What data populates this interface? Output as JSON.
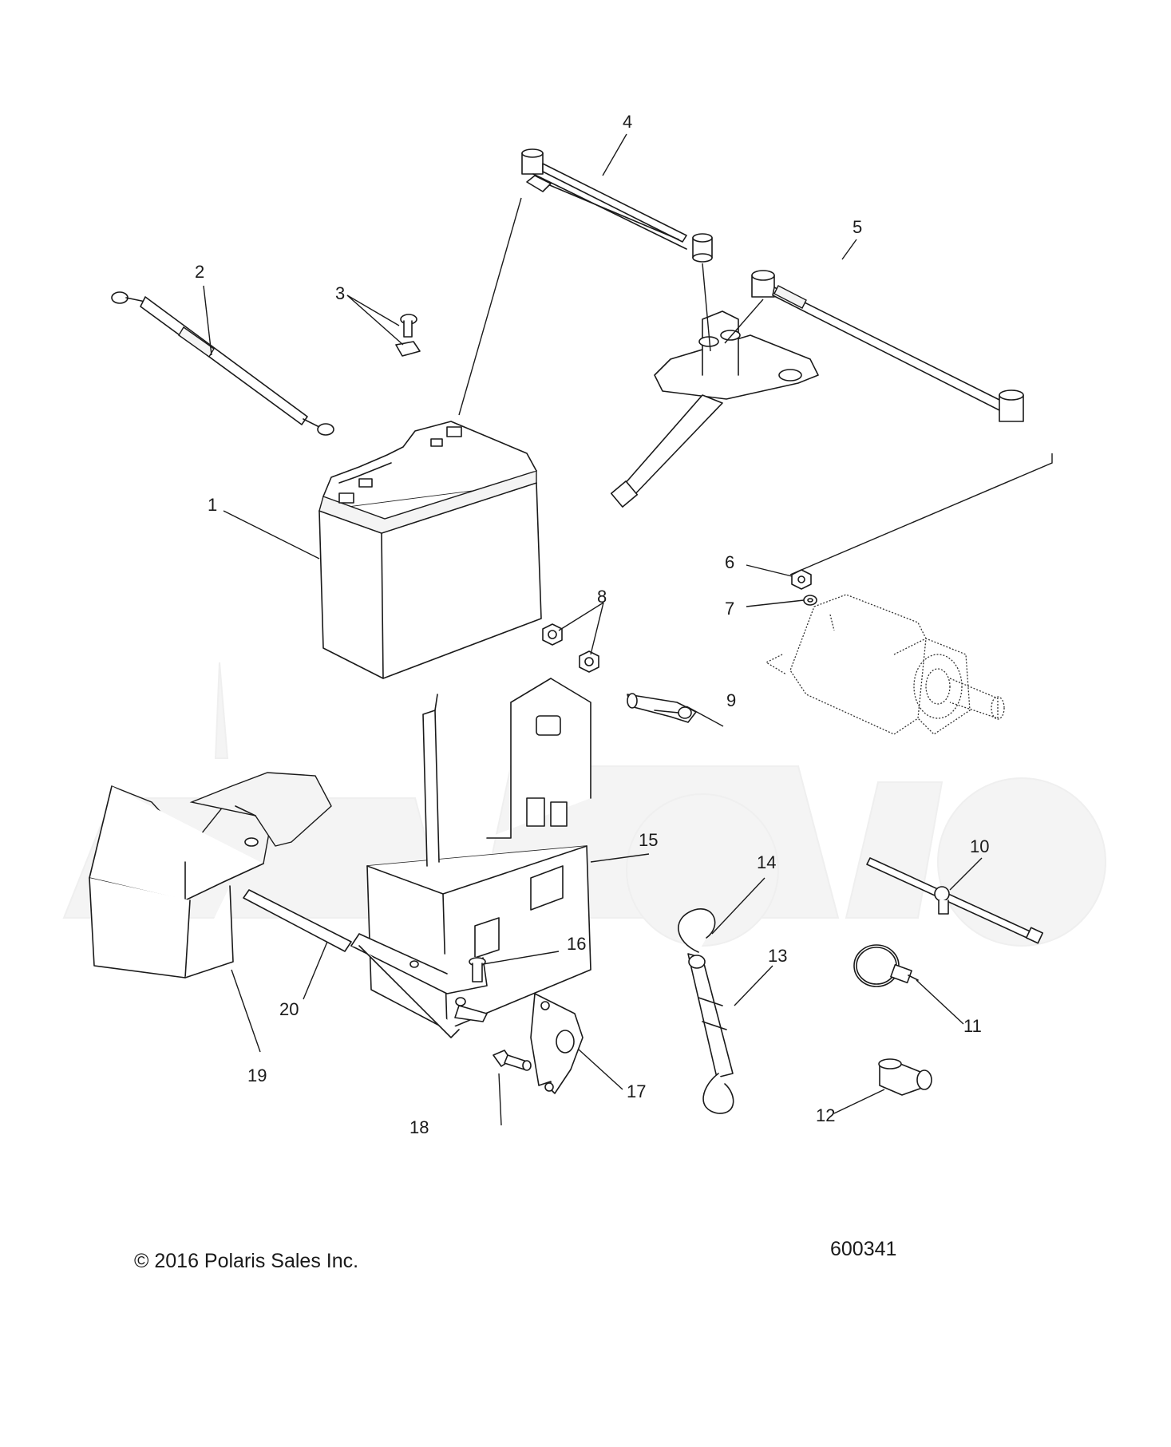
{
  "diagram": {
    "callouts": [
      {
        "id": "1",
        "text": "1"
      },
      {
        "id": "2",
        "text": "2"
      },
      {
        "id": "3",
        "text": "3"
      },
      {
        "id": "4",
        "text": "4"
      },
      {
        "id": "5",
        "text": "5"
      },
      {
        "id": "6",
        "text": "6"
      },
      {
        "id": "7",
        "text": "7"
      },
      {
        "id": "8",
        "text": "8"
      },
      {
        "id": "9",
        "text": "9"
      },
      {
        "id": "10",
        "text": "10"
      },
      {
        "id": "11",
        "text": "11"
      },
      {
        "id": "12",
        "text": "12"
      },
      {
        "id": "13",
        "text": "13"
      },
      {
        "id": "14",
        "text": "14"
      },
      {
        "id": "15",
        "text": "15"
      },
      {
        "id": "16",
        "text": "16"
      },
      {
        "id": "17",
        "text": "17"
      },
      {
        "id": "18",
        "text": "18"
      },
      {
        "id": "19",
        "text": "19"
      },
      {
        "id": "20",
        "text": "20"
      }
    ]
  },
  "footer": {
    "copyright": "© 2016 Polaris Sales Inc.",
    "diagram_number": "600341"
  },
  "watermark": {
    "text": "ARTMOTO"
  }
}
